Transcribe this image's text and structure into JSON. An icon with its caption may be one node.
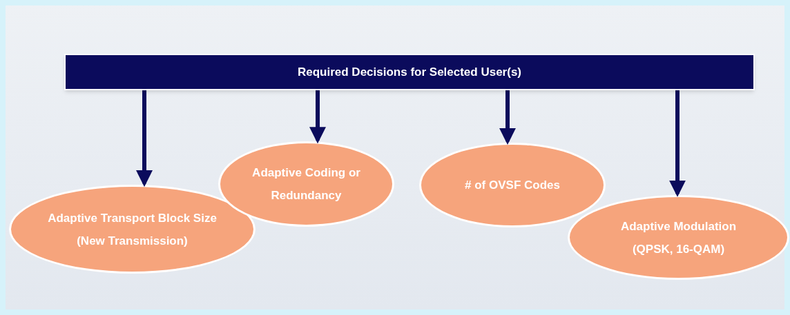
{
  "diagram": {
    "nodes": [
      {
        "text": [
          "Required Decisions for Selected User(s)"
        ]
      },
      {
        "text": [
          "Adaptive Transport Block Size (New Transmission)"
        ]
      },
      {
        "text": [
          "Adaptive Coding or Redundancy"
        ]
      },
      {
        "text": [
          "# of OVSF Codes"
        ]
      },
      {
        "text": [
          "Adaptive Modulation (QPSK, 16-QAM)"
        ]
      }
    ],
    "edges": [
      {
        "from": 0,
        "to": 1,
        "arrow": "to"
      },
      {
        "from": 0,
        "to": 2,
        "arrow": "to"
      },
      {
        "from": 0,
        "to": 3,
        "arrow": "to"
      },
      {
        "from": 0,
        "to": 4,
        "arrow": "to"
      }
    ]
  }
}
